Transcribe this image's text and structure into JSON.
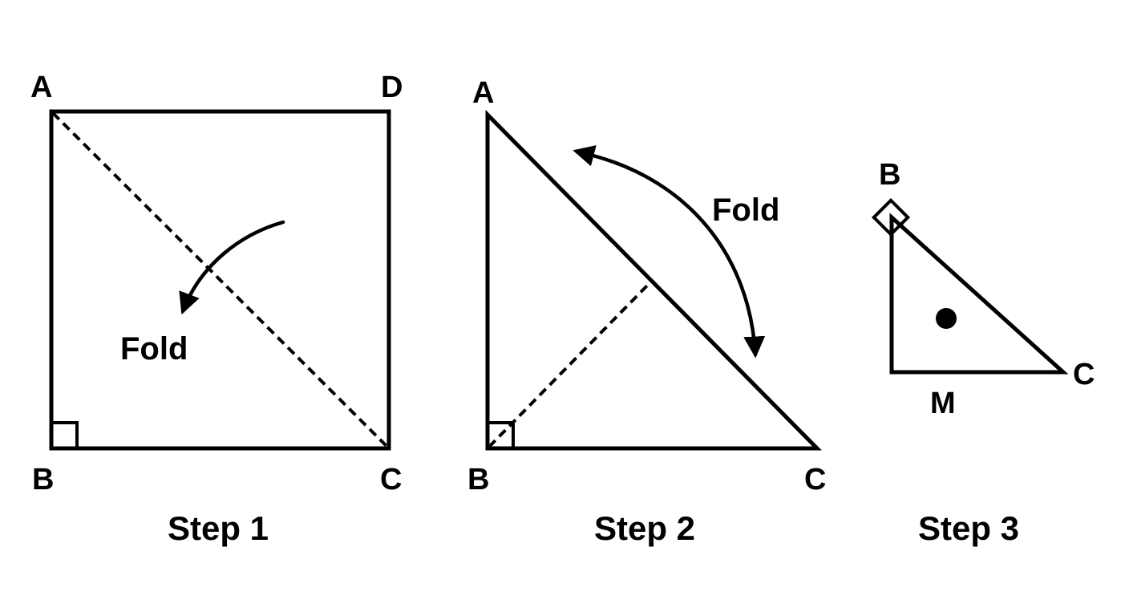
{
  "step1": {
    "vertices": {
      "a": "A",
      "b": "B",
      "c": "C",
      "d": "D"
    },
    "fold_label": "Fold",
    "caption": "Step 1"
  },
  "step2": {
    "vertices": {
      "a": "A",
      "b": "B",
      "c": "C"
    },
    "fold_label": "Fold",
    "caption": "Step 2"
  },
  "step3": {
    "vertices": {
      "b": "B",
      "c": "C",
      "m": "M"
    },
    "caption": "Step 3"
  },
  "colors": {
    "ink": "#000000",
    "background": "#ffffff"
  }
}
